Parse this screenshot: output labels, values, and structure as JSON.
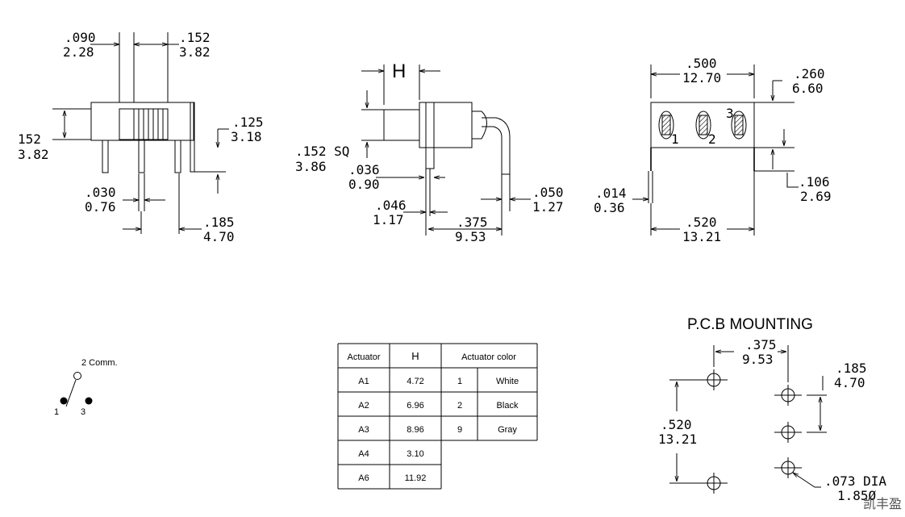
{
  "front_view": {
    "top_left_inch": ".090",
    "top_left_mm": "2.28",
    "top_right_inch": ".152",
    "top_right_mm": "3.82",
    "left_inch": "152",
    "left_mm": "3.82",
    "right_inch": ".125",
    "right_mm": "3.18",
    "bottom_left_inch": ".030",
    "bottom_left_mm": "0.76",
    "bottom_right_inch": ".185",
    "bottom_right_mm": "4.70"
  },
  "side_view": {
    "h_label": "H",
    "sq_inch": ".152 SQ",
    "sq_mm": "3.86",
    "pin_inch": ".036",
    "pin_mm": "0.90",
    "offset_inch": ".046",
    "offset_mm": "1.17",
    "length_inch": ".375",
    "length_mm": "9.53",
    "tail_inch": ".050",
    "tail_mm": "1.27"
  },
  "end_view": {
    "width_inch": ".500",
    "width_mm": "12.70",
    "height_inch": ".260",
    "height_mm": "6.60",
    "thick_inch": ".014",
    "thick_mm": "0.36",
    "pin_inch": ".106",
    "pin_mm": "2.69",
    "base_inch": ".520",
    "base_mm": "13.21",
    "pin_numbers": [
      "1",
      "2",
      "3"
    ]
  },
  "schematic": {
    "comm_label": "2 Comm.",
    "pin1": "1",
    "pin3": "3"
  },
  "table": {
    "headers": [
      "Actuator",
      "H",
      "Actuator color"
    ],
    "actuator_rows": [
      [
        "A1",
        "4.72"
      ],
      [
        "A2",
        "6.96"
      ],
      [
        "A3",
        "8.96"
      ],
      [
        "A4",
        "3.10"
      ],
      [
        "A6",
        "11.92"
      ]
    ],
    "color_rows": [
      [
        "1",
        "White"
      ],
      [
        "2",
        "Black"
      ],
      [
        "9",
        "Gray"
      ]
    ]
  },
  "pcb": {
    "title": "P.C.B MOUNTING",
    "pitch_inch": ".375",
    "pitch_mm": "9.53",
    "vert_inch": ".185",
    "vert_mm": "4.70",
    "span_inch": ".520",
    "span_mm": "13.21",
    "hole_inch": ".073 DIA",
    "hole_mm": "1.85Ø"
  },
  "watermark": "凯丰盈"
}
